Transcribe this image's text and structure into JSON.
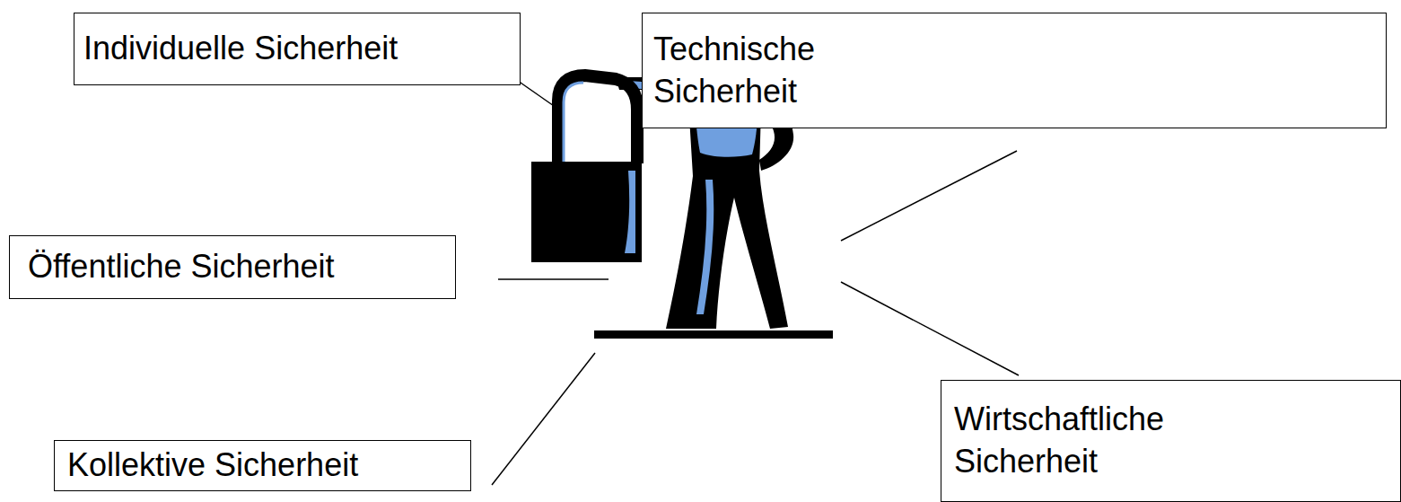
{
  "diagram": {
    "nodes": [
      {
        "text": [
          "Individuelle Sicherheit"
        ]
      },
      {
        "text": [
          "Technische Sicherheit"
        ]
      },
      {
        "text": [
          "Öffentliche Sicherheit"
        ]
      },
      {
        "text": [
          "Kollektive Sicherheit"
        ]
      },
      {
        "text": [
          "Wirtschaftliche Sicherheit"
        ]
      }
    ]
  }
}
